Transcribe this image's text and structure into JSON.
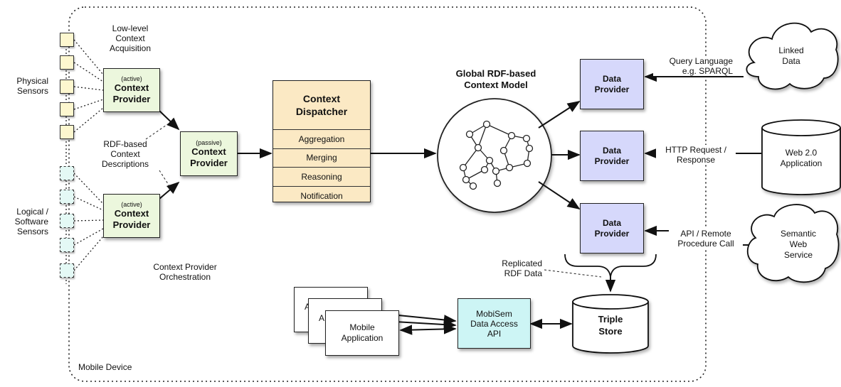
{
  "container": {
    "label": "Mobile Device"
  },
  "sensors": {
    "physical_label": "Physical\nSensors",
    "logical_label": "Logical /\nSoftware\nSensors"
  },
  "labels": {
    "low_level": "Low-level\nContext\nAcquisition",
    "rdf_descriptions": "RDF-based\nContext\nDescriptions",
    "orchestration": "Context Provider\nOrchestration",
    "global_model": "Global RDF-based\nContext Model",
    "replicated": "Replicated\nRDF Data"
  },
  "context_providers": [
    {
      "mode": "(active)",
      "name": "Context\nProvider"
    },
    {
      "mode": "(passive)",
      "name": "Context\nProvider"
    },
    {
      "mode": "(active)",
      "name": "Context\nProvider"
    }
  ],
  "dispatcher": {
    "title": "Context\nDispatcher",
    "sections": [
      "Aggregation",
      "Merging",
      "Reasoning",
      "Notification"
    ]
  },
  "data_providers": [
    "Data\nProvider",
    "Data\nProvider",
    "Data\nProvider"
  ],
  "interfaces": {
    "query": "Query Language\ne.g. SPARQL",
    "http": "HTTP Request /\nResponse",
    "api": "API / Remote\nProcedure Call"
  },
  "external": {
    "linked_data": "Linked\nData",
    "web20": "Web 2.0\nApplication",
    "semantic": "Semantic\nWeb\nService"
  },
  "triple_store": "Triple\nStore",
  "mobisem_api": "MobiSem\nData Access\nAPI",
  "mobile_app": {
    "label": "Mobile\nApplication",
    "back_letters": [
      "A",
      "A"
    ]
  }
}
